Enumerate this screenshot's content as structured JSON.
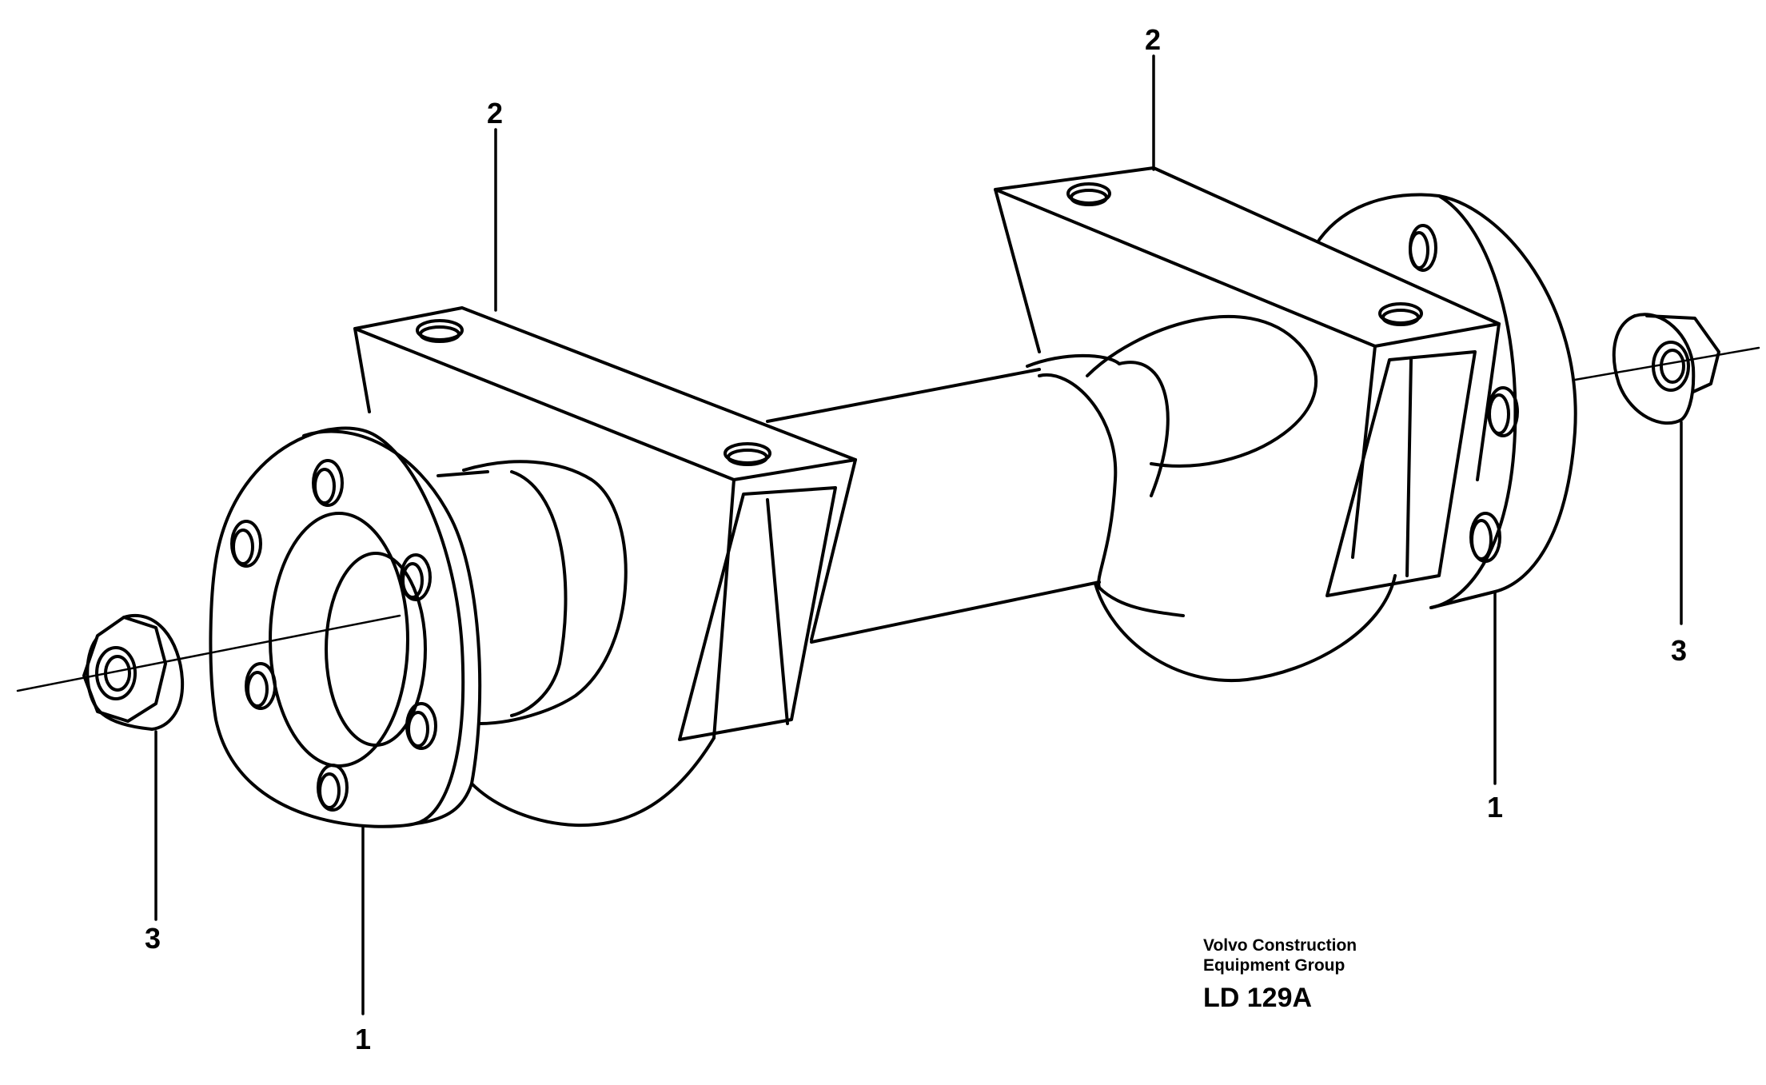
{
  "callouts": {
    "left_housing": "1",
    "right_housing": "1",
    "left_bracket": "2",
    "right_bracket": "2",
    "left_nut": "3",
    "right_nut": "3"
  },
  "credit": {
    "line1": "Volvo Construction",
    "line2": "Equipment Group",
    "drawing_code": "LD 129A"
  },
  "colors": {
    "line": "#000000",
    "background": "#ffffff"
  }
}
